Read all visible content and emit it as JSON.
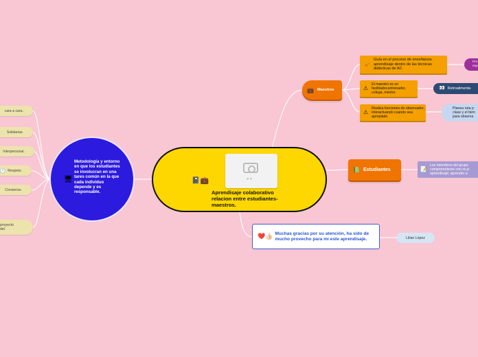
{
  "central": {
    "title": "Aprendisaje colaborativo relacion entre estudiantes-maestros.",
    "icons": "📓💼",
    "image_dots": "●●"
  },
  "left": {
    "main": {
      "icon": "🖥",
      "text": "Metodología y entorno en que los estudiantes se involucran en una tares común en la que cada individuo depende y es responsable."
    },
    "items": [
      {
        "icon": "",
        "text": "cara a cara."
      },
      {
        "icon": "",
        "text": "Solidarias."
      },
      {
        "icon": "",
        "text": "Interpersonal."
      },
      {
        "icon": "🕐",
        "text": "Respeto."
      },
      {
        "icon": "",
        "text": "Consenso."
      },
      {
        "icon": "",
        "text": "proyecto del"
      }
    ]
  },
  "maestros": {
    "label": "Maestros",
    "icon": "💼",
    "children": [
      {
        "icon": "📯",
        "text": "Guía en el proceso de enseñanza-aprendisaje dentro de las técnicas didácticas de AC"
      },
      {
        "icon": "⚠",
        "text": "El maestro es un facilitador,entrenador, colega, mentor."
      },
      {
        "icon": "⚠",
        "text": "Realiza funciones de observador, interactuando cuando sea apropiado"
      }
    ],
    "leaves": [
      {
        "text": "Pro expe"
      },
      {
        "icon": "👀",
        "text": "Retroalimenta"
      },
      {
        "text": "Planea ruta p clase y el tiem para observa"
      }
    ]
  },
  "estudiantes": {
    "label": "Estudiantes",
    "icon": "📗",
    "leaf": {
      "icon": "📝",
      "text": "Los miembros del grupo comprometerse con su p aprendisaje; aprender a"
    }
  },
  "gracias": {
    "icon": "❤️👍🏻",
    "text": "Muchas gracias por su atención, ha sido de mucho provecho para mi este aprendisaje.",
    "author": "Lilian López"
  },
  "colors": {
    "background": "#f9c6d3",
    "central": "#ffd700",
    "left_circle": "#2d1adf",
    "orange": "#f07400",
    "leaf_orange": "#f3a000",
    "pill_left": "#ede3ad",
    "purple": "#9c2f9a",
    "navy": "#2c4a73",
    "light_blue": "#c7d7ef",
    "lavender": "#a79ad3"
  }
}
